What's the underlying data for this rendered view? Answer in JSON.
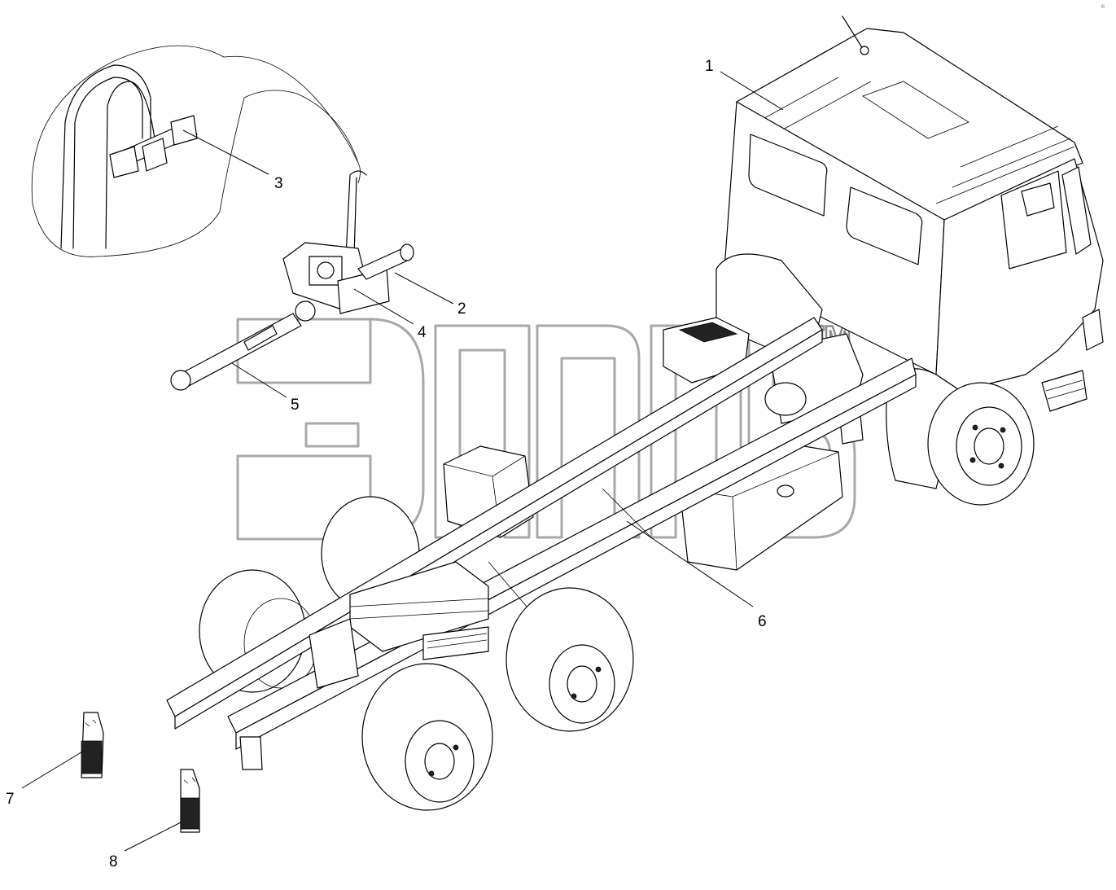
{
  "callouts": [
    {
      "id": "1",
      "label": "1"
    },
    {
      "id": "2",
      "label": "2"
    },
    {
      "id": "3",
      "label": "3"
    },
    {
      "id": "4",
      "label": "4"
    },
    {
      "id": "5",
      "label": "5"
    },
    {
      "id": "6",
      "label": "6"
    },
    {
      "id": "7",
      "label": "7"
    },
    {
      "id": "8",
      "label": "8"
    }
  ],
  "watermark": {
    "trademark": "TM"
  },
  "corner_mark": "©"
}
